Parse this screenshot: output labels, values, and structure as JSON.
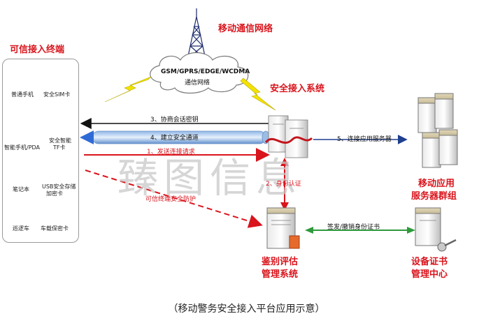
{
  "titles": {
    "mobile_network": "移动通信网络",
    "trusted_terminal": "可信接入终端",
    "secure_access_system": "安全接入系统",
    "app_server_group": [
      "移动应用",
      "服务器群组"
    ],
    "auth_eval_system": [
      "鉴别评估",
      "管理系统"
    ],
    "cert_center": [
      "设备证书",
      "管理中心"
    ]
  },
  "cloud": {
    "line1": "GSM/GPRS/EDGE/WCDMA",
    "line2": "通信网络"
  },
  "devices": [
    {
      "icon": "phone-icon",
      "label": "普通手机"
    },
    {
      "icon": "sim-card-icon",
      "label": "安全SIM卡"
    },
    {
      "icon": "smartphone-pda-icon",
      "label": "智能手机/PDA"
    },
    {
      "icon": "tf-card-icon",
      "label": "安全智能",
      "label2": "TF卡"
    },
    {
      "icon": "laptop-icon",
      "label": "笔记本"
    },
    {
      "icon": "usb-drive-icon",
      "label": "USB安全存储",
      "label2": "加密卡"
    },
    {
      "icon": "patrol-car-icon",
      "label": "巡逻车"
    },
    {
      "icon": "vehicle-card-icon",
      "label": "车载保密卡"
    }
  ],
  "arrows": {
    "step3": "3、协商会话密钥",
    "step4": "4、建立安全通道",
    "step1": "1、发送连接请求",
    "step5": "5、连接应用服务器",
    "step2": "2、身份认证",
    "protection": "可信终端安全防护",
    "cert_ops": "签发/撤销身份证书"
  },
  "colors": {
    "title_red": "#d9141c",
    "channel_blue": "#2f6bd6",
    "arrow_green": "#2e9a3c",
    "lightning_yellow": "#f3e200",
    "tower_navy": "#1b2a6b"
  },
  "watermark": "臻图信息",
  "caption": "（移动警务安全接入平台应用示意）"
}
